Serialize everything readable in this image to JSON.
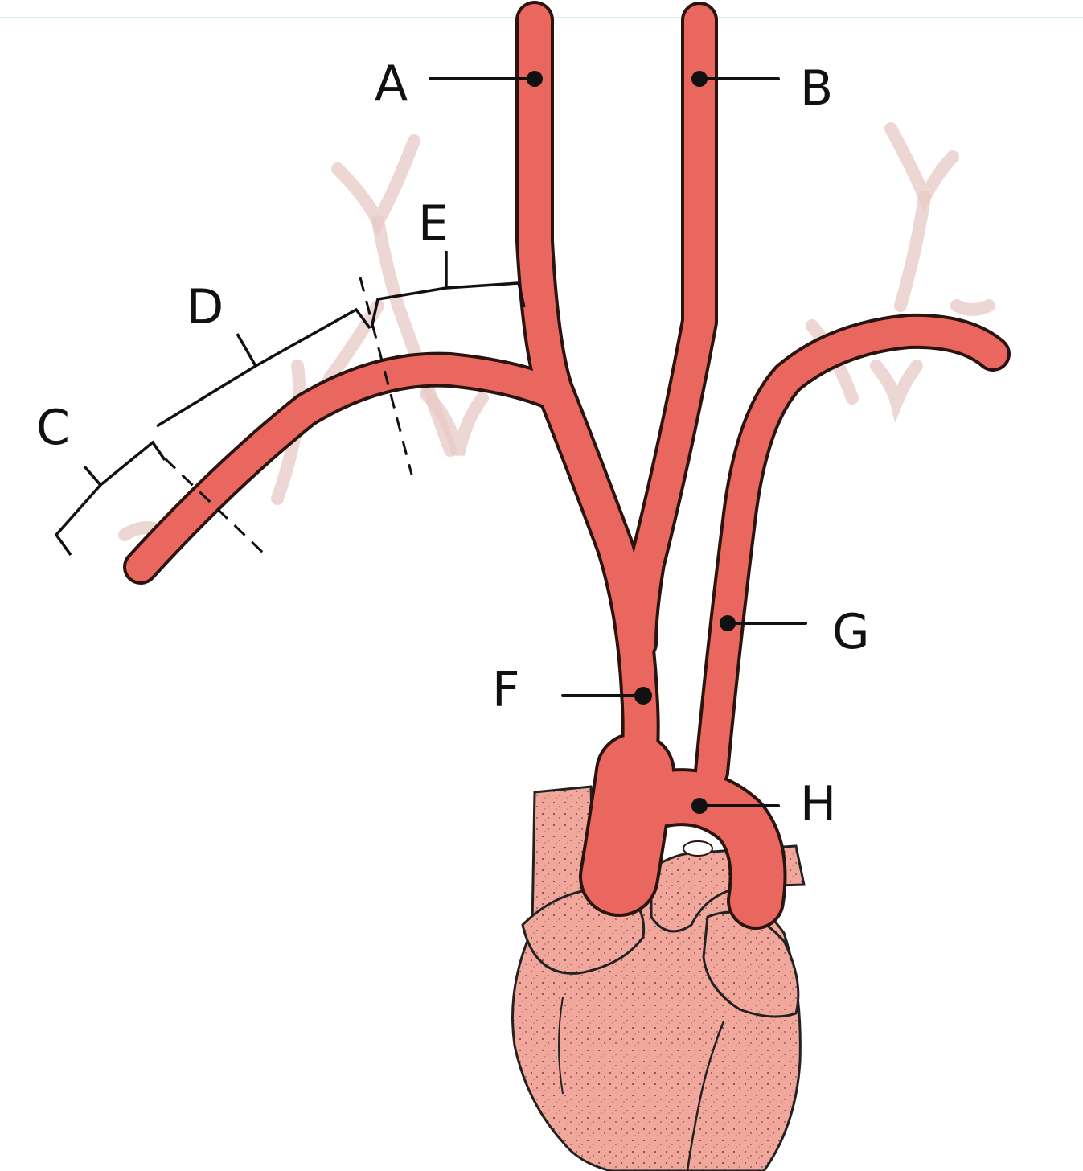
{
  "diagram": {
    "labels": {
      "A": "A",
      "B": "B",
      "C": "C",
      "D": "D",
      "E": "E",
      "F": "F",
      "G": "G",
      "H": "H"
    },
    "colors": {
      "artery": "#e9675e",
      "artery_outline": "#2a1410",
      "heart": "#f2a79c",
      "background_vessels": "#e7c9c6",
      "ink": "#111111"
    }
  }
}
